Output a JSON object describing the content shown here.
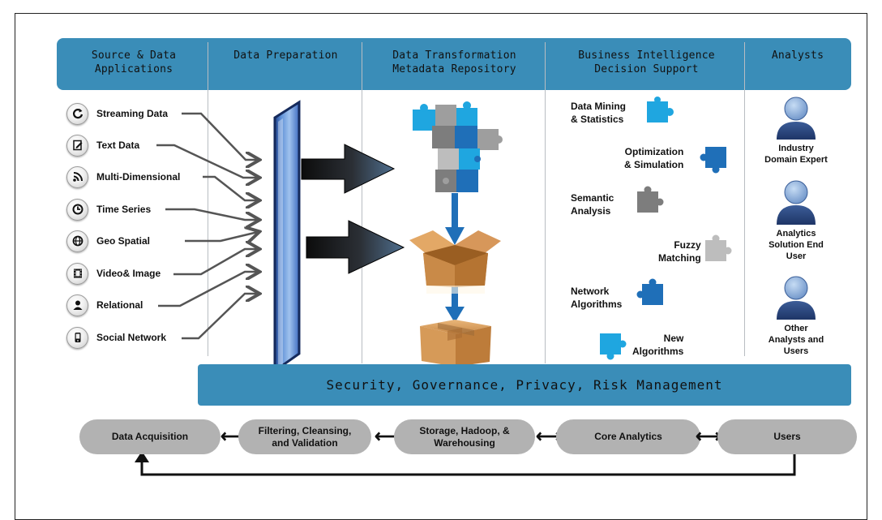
{
  "columns": [
    {
      "title": "Source & Data\nApplications"
    },
    {
      "title": "Data Preparation"
    },
    {
      "title": "Data Transformation\nMetadata Repository"
    },
    {
      "title": "Business Intelligence\nDecision Support"
    },
    {
      "title": "Analysts"
    }
  ],
  "sources": [
    {
      "label": "Streaming Data",
      "icon": "refresh-icon"
    },
    {
      "label": "Text Data",
      "icon": "document-edit-icon"
    },
    {
      "label": "Multi-Dimensional",
      "icon": "rss-feed-icon"
    },
    {
      "label": "Time Series",
      "icon": "clock-icon"
    },
    {
      "label": "Geo Spatial",
      "icon": "globe-icon"
    },
    {
      "label": "Video& Image",
      "icon": "film-icon"
    },
    {
      "label": "Relational",
      "icon": "person-icon"
    },
    {
      "label": "Social Network",
      "icon": "mobile-phone-icon"
    }
  ],
  "bi_items": [
    {
      "label": "Data Mining\n& Statistics",
      "color": "#1fa6e0"
    },
    {
      "label": "Optimization\n& Simulation",
      "color": "#1f6fb8"
    },
    {
      "label": "Semantic\nAnalysis",
      "color": "#7d7d7d"
    },
    {
      "label": "Fuzzy\nMatching",
      "color": "#bdbdbd"
    },
    {
      "label": "Network\nAlgorithms",
      "color": "#1f6fb8"
    },
    {
      "label": "New\nAlgorithms",
      "color": "#1fa6e0"
    }
  ],
  "analysts": [
    {
      "label": "Industry\nDomain Expert"
    },
    {
      "label": "Analytics\nSolution End\nUser"
    },
    {
      "label": "Other\nAnalysts and\nUsers"
    }
  ],
  "security_bar": "Security, Governance, Privacy, Risk Management",
  "pipeline": [
    {
      "label": "Data Acquisition"
    },
    {
      "label": "Filtering, Cleansing,\nand Validation"
    },
    {
      "label": "Storage, Hadoop, &\nWarehousing"
    },
    {
      "label": "Core Analytics"
    },
    {
      "label": "Users"
    }
  ],
  "colors": {
    "header_bar": "#3a8db8",
    "pill": "#b2b2b2",
    "accent_blue": "#1fa6e0",
    "dark_blue": "#1f6fb8"
  }
}
